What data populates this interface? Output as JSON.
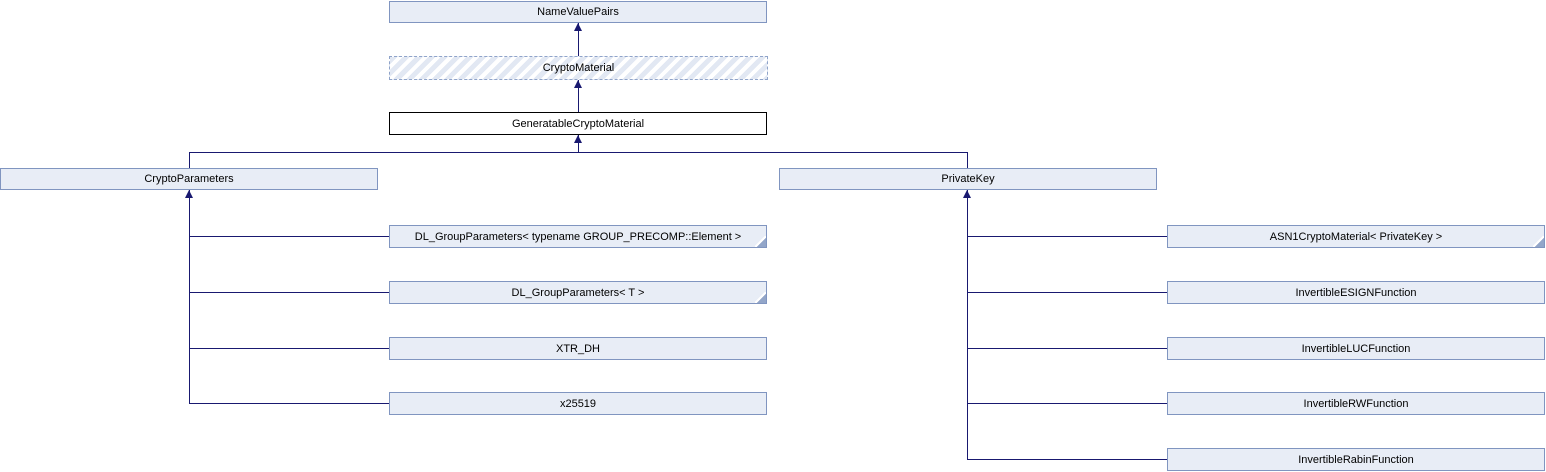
{
  "diagram": {
    "kind": "class-inheritance-graph",
    "colors": {
      "node_fill": "#e8edf6",
      "node_border": "#8095c0",
      "hatch_stripe": "#e2e8f3",
      "edge_line": "#191970",
      "current_node_border": "#000000",
      "text": "#000000"
    },
    "nodes": {
      "name_value_pairs": {
        "label": "NameValuePairs",
        "style": "solid"
      },
      "crypto_material": {
        "label": "CryptoMaterial",
        "style": "dashed-hatched"
      },
      "generatable_crypto_material": {
        "label": "GeneratableCryptoMaterial",
        "style": "current"
      },
      "crypto_parameters": {
        "label": "CryptoParameters",
        "style": "solid"
      },
      "private_key": {
        "label": "PrivateKey",
        "style": "solid"
      },
      "dl_group_parameters_precomp": {
        "label": "DL_GroupParameters< typename GROUP_PRECOMP::Element >",
        "style": "solid",
        "truncated": true
      },
      "dl_group_parameters_t": {
        "label": "DL_GroupParameters< T >",
        "style": "solid",
        "truncated": true
      },
      "xtr_dh": {
        "label": "XTR_DH",
        "style": "solid"
      },
      "x25519": {
        "label": "x25519",
        "style": "solid"
      },
      "asn1_crypto_material": {
        "label": "ASN1CryptoMaterial< PrivateKey >",
        "style": "solid",
        "truncated": true
      },
      "invertible_esign_function": {
        "label": "InvertibleESIGNFunction",
        "style": "solid"
      },
      "invertible_luc_function": {
        "label": "InvertibleLUCFunction",
        "style": "solid"
      },
      "invertible_rw_function": {
        "label": "InvertibleRWFunction",
        "style": "solid"
      },
      "invertible_rabin_function": {
        "label": "InvertibleRabinFunction",
        "style": "solid"
      }
    },
    "edges": [
      {
        "from": "CryptoMaterial",
        "to": "NameValuePairs"
      },
      {
        "from": "GeneratableCryptoMaterial",
        "to": "CryptoMaterial"
      },
      {
        "from": "CryptoParameters",
        "to": "GeneratableCryptoMaterial"
      },
      {
        "from": "PrivateKey",
        "to": "GeneratableCryptoMaterial"
      },
      {
        "from": "DL_GroupParameters< typename GROUP_PRECOMP::Element >",
        "to": "CryptoParameters"
      },
      {
        "from": "DL_GroupParameters< T >",
        "to": "CryptoParameters"
      },
      {
        "from": "XTR_DH",
        "to": "CryptoParameters"
      },
      {
        "from": "x25519",
        "to": "CryptoParameters"
      },
      {
        "from": "ASN1CryptoMaterial< PrivateKey >",
        "to": "PrivateKey"
      },
      {
        "from": "InvertibleESIGNFunction",
        "to": "PrivateKey"
      },
      {
        "from": "InvertibleLUCFunction",
        "to": "PrivateKey"
      },
      {
        "from": "InvertibleRWFunction",
        "to": "PrivateKey"
      },
      {
        "from": "InvertibleRabinFunction",
        "to": "PrivateKey"
      }
    ]
  }
}
